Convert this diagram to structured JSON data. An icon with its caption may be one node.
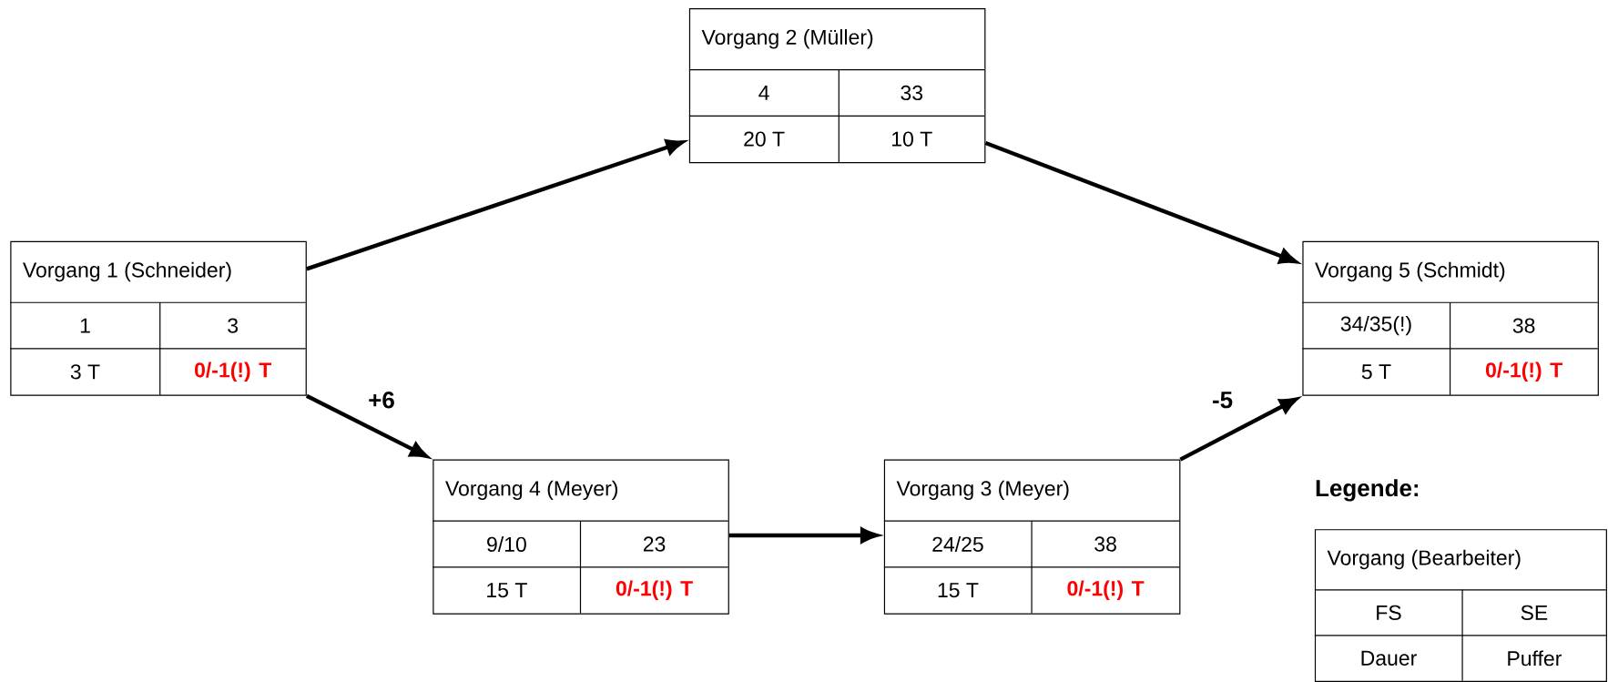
{
  "diagram": {
    "nodes": [
      {
        "text": [
          "Vorgang 2 (Müller)",
          "4",
          "33",
          "20 T",
          "10 T"
        ]
      },
      {
        "text": [
          "Vorgang 1 (Schneider)",
          "1",
          "3",
          "3 T",
          "0/-1(!) T"
        ]
      },
      {
        "text": [
          "Vorgang 5 (Schmidt)",
          "34/35(!)",
          "38",
          "5 T",
          "0/-1(!) T"
        ]
      },
      {
        "text": [
          "Vorgang 4 (Meyer)",
          "9/10",
          "23",
          "15 T",
          "0/-1(!) T"
        ]
      },
      {
        "text": [
          "Vorgang 3 (Meyer)",
          "24/25",
          "38",
          "15 T",
          "0/-1(!) T"
        ]
      },
      {
        "text": [
          "Vorgang (Bearbeiter)",
          "FS",
          "SE",
          "Dauer",
          "Puffer"
        ]
      }
    ],
    "edges": [
      {
        "from": 1,
        "to": 0,
        "arrow": "to"
      },
      {
        "from": 0,
        "to": 2,
        "arrow": "to"
      },
      {
        "from": 1,
        "to": 3,
        "arrow": "to",
        "label": "+6"
      },
      {
        "from": 3,
        "to": 4,
        "arrow": "to"
      },
      {
        "from": 4,
        "to": 2,
        "arrow": "to",
        "label": "-5"
      }
    ],
    "labels": [
      "Legende:"
    ]
  }
}
